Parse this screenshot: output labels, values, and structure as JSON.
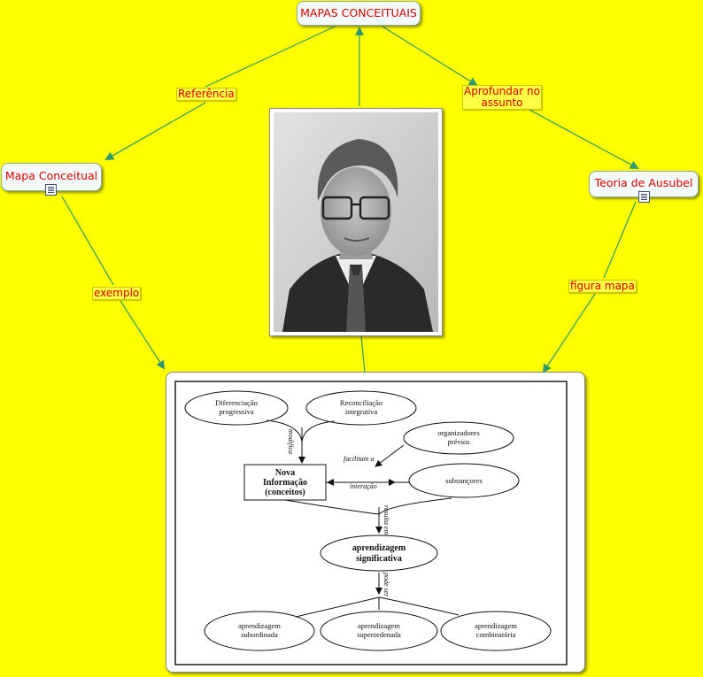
{
  "nodes": {
    "root": "MAPAS CONCEITUAIS",
    "mapa": "Mapa Conceitual",
    "teoria": "Teoria de Ausubel",
    "aprofundar_1": "Aprofundar no",
    "aprofundar_2": "assunto"
  },
  "links": {
    "referencia": "Referência",
    "exemplo": "exemplo",
    "figura": "figura mapa"
  },
  "figure": {
    "diferenciacao_1": "Diferenciação",
    "diferenciacao_2": "progressiva",
    "reconciliacao_1": "Reconciliação",
    "reconciliacao_2": "integrativa",
    "organizadores_1": "organizadores",
    "organizadores_2": "prévios",
    "nova_1": "Nova",
    "nova_2": "Informação",
    "nova_3": "(conceitos)",
    "subsuncores": "subsunçores",
    "aprendizagem_1": "aprendizagem",
    "aprendizagem_2": "significativa",
    "subordinada_1": "aprendizagem",
    "subordinada_2": "subordinada",
    "superordenada_1": "aprendizagem",
    "superordenada_2": "superordenada",
    "combinatoria_1": "aprendizagem",
    "combinatoria_2": "combinatória",
    "lbl_modifica": "modifica",
    "lbl_facilitam": "facilitam a",
    "lbl_interacao": "interação",
    "lbl_resulta": "resulta em",
    "lbl_pode": "pode ser"
  },
  "colors": {
    "background": "#ffff00",
    "text": "#d40000",
    "connector": "#2e9a6e"
  }
}
